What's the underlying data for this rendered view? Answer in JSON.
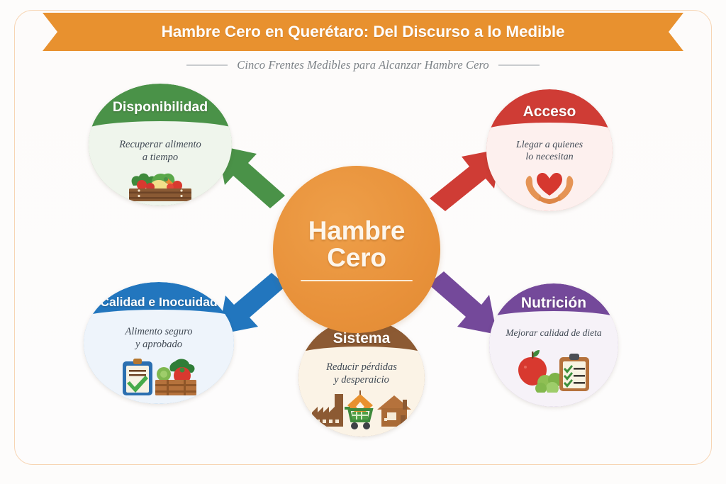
{
  "header": {
    "title": "Hambre Cero en Querétaro: Del Discurso a lo Medible",
    "subtitle": "Cinco Frentes Medibles para Alcanzar Hambre Cero",
    "banner_color": "#e8912f",
    "subtitle_color": "#7c8287"
  },
  "hub": {
    "line1": "Hambre",
    "line2": "Cero",
    "color": "#e8913a",
    "text_color": "#fdf6ec"
  },
  "nodes": [
    {
      "id": "disponibilidad",
      "title": "Disponibilidad",
      "subtitle": "Recuperar alimento a tiempo",
      "subtitle_line1": "Recuperar alimento",
      "subtitle_line2": "a tiempo",
      "color": "#4a9248",
      "body_color": "#eff5ec",
      "icon": "produce-crate-icon",
      "position": "top-left"
    },
    {
      "id": "acceso",
      "title": "Acceso",
      "subtitle": "Llegar a quienes lo necesitan",
      "subtitle_line1": "Llegar a quienes",
      "subtitle_line2": "lo necesitan",
      "color": "#cf3c35",
      "body_color": "#fdf0ee",
      "icon": "hands-holding-heart-icon",
      "position": "top-right"
    },
    {
      "id": "calidad",
      "title": "Calidad e Inocuidad",
      "subtitle": "Alimento seguro y aprobado",
      "subtitle_line1": "Alimento seguro",
      "subtitle_line2": "y aprobado",
      "color": "#2276be",
      "body_color": "#eef4fb",
      "icon": "clipboard-check-produce-icon",
      "position": "bottom-left"
    },
    {
      "id": "nutricion",
      "title": "Nutrición",
      "subtitle": "Mejorar calidad de dieta",
      "subtitle_line1": "Mejorar calidad de dieta",
      "subtitle_line2": "",
      "color": "#74499a",
      "body_color": "#f6f2f8",
      "icon": "apple-clipboard-checklist-icon",
      "position": "bottom-right"
    },
    {
      "id": "sistema",
      "title": "Sistema",
      "subtitle": "Reducir pérdidas y desperaicio",
      "subtitle_line1": "Reducir pérdidas",
      "subtitle_line2": "y desperaicio",
      "color": "#8c5a33",
      "body_color": "#fbf3e6",
      "icon": "factory-cart-house-icon",
      "position": "bottom-center"
    }
  ],
  "arrows": [
    {
      "id": "arrow-to-disponibilidad",
      "color": "#4a9248",
      "target": "disponibilidad",
      "direction": "up-left"
    },
    {
      "id": "arrow-to-acceso",
      "color": "#cf3c35",
      "target": "acceso",
      "direction": "up-right"
    },
    {
      "id": "arrow-to-calidad",
      "color": "#2276be",
      "target": "calidad",
      "direction": "down-left"
    },
    {
      "id": "arrow-to-nutricion",
      "color": "#74499a",
      "target": "nutricion",
      "direction": "down-right"
    }
  ],
  "frame": {
    "border_color": "#f7d5b4",
    "background": "#fdfcfb"
  }
}
